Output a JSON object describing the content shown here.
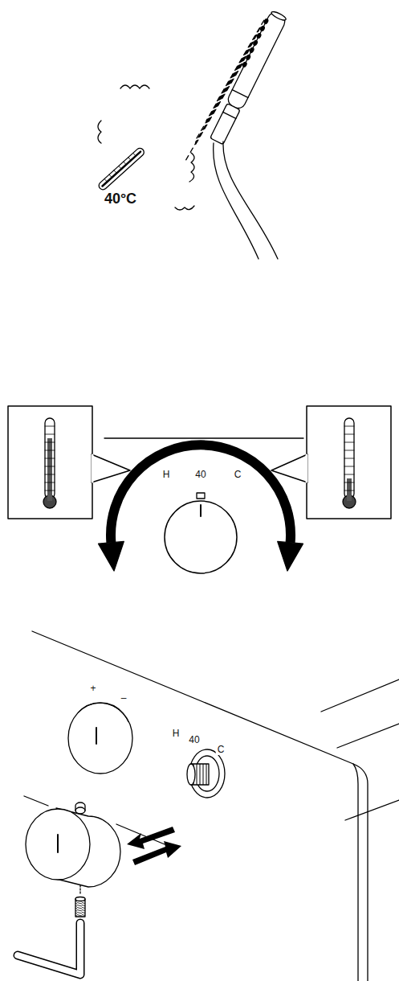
{
  "diagram": {
    "labels": [
      "40°C",
      "H",
      "40",
      "C",
      "+",
      "–",
      "H",
      "40",
      "C"
    ]
  }
}
